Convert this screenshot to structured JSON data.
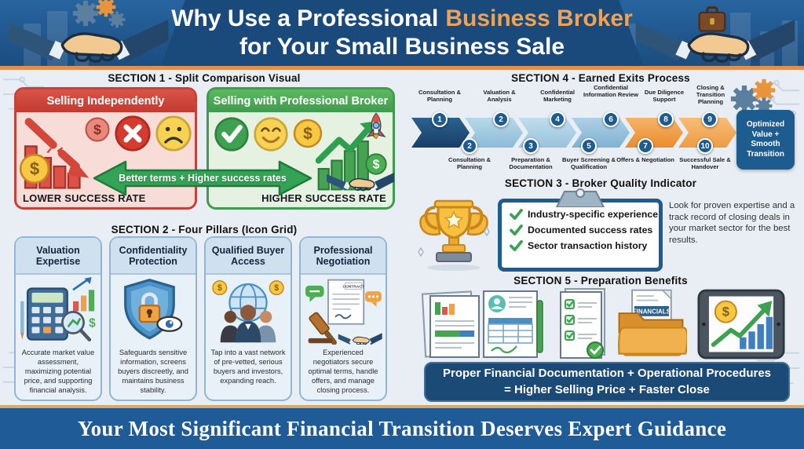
{
  "header": {
    "title_line1_white": "Why Use a Professional",
    "title_line1_orange": "Business Broker",
    "title_line2": "for Your Small Business Sale"
  },
  "section1": {
    "title": "SECTION 1 - Split Comparison Visual",
    "left": {
      "header": "Selling Independently",
      "caption": "LOWER SUCCESS RATE"
    },
    "right": {
      "header": "Selling with Professional Broker",
      "caption": "HIGHER SUCCESS RATE"
    },
    "arrow_label": "Better terms + Higher success rates"
  },
  "section2": {
    "title": "SECTION 2 - Four Pillars (Icon Grid)",
    "contract_label": "CONTRACT",
    "pillars": [
      {
        "title": "Valuation Expertise",
        "description": "Accurate market value assessment, maximizing potential price, and supporting financial analysis."
      },
      {
        "title": "Confidentiality Protection",
        "description": "Safeguards sensitive information, screens buyers discreetly, and maintains business stability."
      },
      {
        "title": "Qualified Buyer Access",
        "description": "Tap into a vast network of pre-vetted, serious buyers and investors, expanding reach."
      },
      {
        "title": "Professional Negotiation",
        "description": "Experienced negotiators secure optimal terms, handle offers, and manage closing process."
      }
    ]
  },
  "section4": {
    "title": "SECTION 4 - Earned Exits Process",
    "top_labels": [
      "Consultation & Planning",
      "Valuation & Analysis",
      "Confidential Marketing",
      "Confidential Information Review",
      "Due Diligence Support",
      "Closing & Transition Planning"
    ],
    "top_numbers": [
      "1",
      "2",
      "4",
      "6",
      "8",
      "9"
    ],
    "bottom_numbers": [
      "2",
      "3",
      "5",
      "7",
      "10"
    ],
    "bottom_labels": [
      "Consultation & Planning",
      "Preparation & Documentation",
      "Buyer Screening & Qualification",
      "Offers & Negotiation",
      "Successful Sale & Handover"
    ],
    "result_box": "Optimized Value + Smooth Transition"
  },
  "section3": {
    "title": "SECTION 3 - Broker Quality Indicator",
    "checklist": [
      "Industry-specific experience",
      "Documented success rates",
      "Sector transaction history"
    ],
    "note": "Look for proven expertise and a track record of closing deals in your market sector for the best results."
  },
  "section5": {
    "title": "SECTION 5 - Preparation Benefits",
    "folder_label": "FINANCIALS",
    "banner_line1": "Proper Financial Documentation + Operational Procedures",
    "banner_line2": "= Higher Selling Price + Faster Close"
  },
  "footer": {
    "text": "Your Most Significant Financial Transition Deserves Expert Guidance"
  },
  "colors": {
    "header_blue": "#1b4d80",
    "accent_orange": "#e2904e",
    "negative_red": "#c44237",
    "positive_green": "#3f9b4f",
    "process_blue": "#1d5c8f",
    "process_orange": "#ef9a40",
    "gold": "#f7c843"
  }
}
